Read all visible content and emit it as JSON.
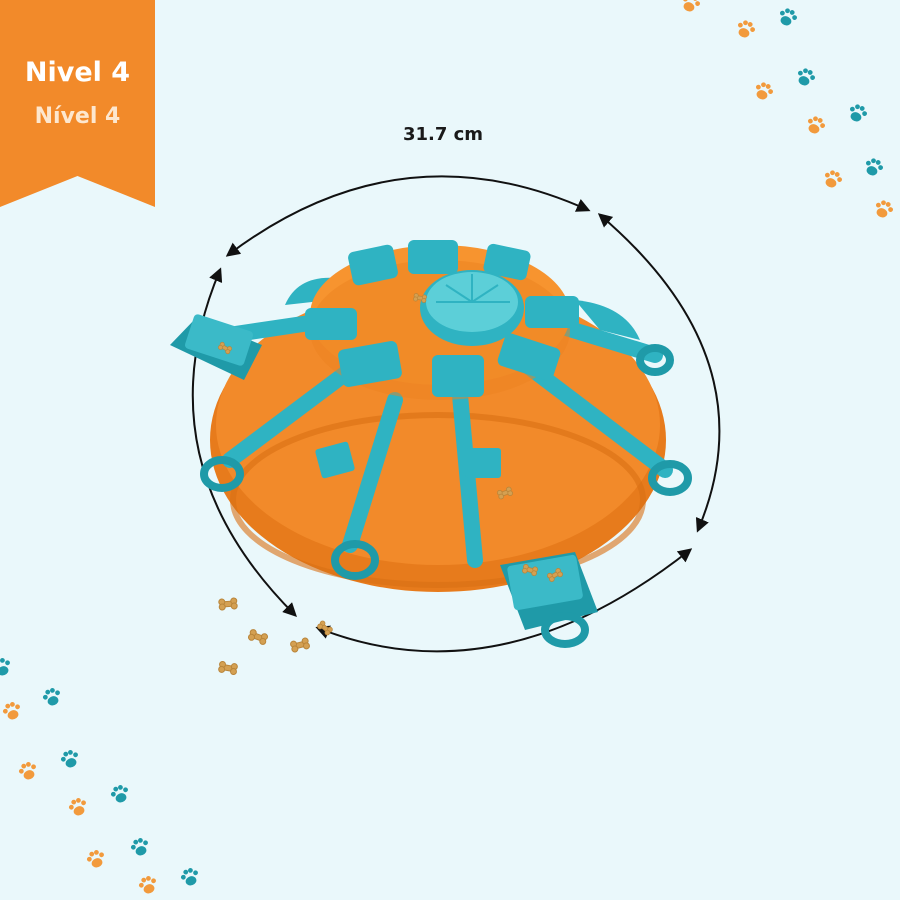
{
  "badge": {
    "line1": "Nivel 4",
    "line2": "Nível 4",
    "color": "#f28a2a"
  },
  "dimension": {
    "label": "31.7 cm"
  },
  "colors": {
    "background": "#eaf8fb",
    "product_orange": "#f28a2a",
    "product_teal": "#2fb3c2",
    "paw_orange": "#f29a3c",
    "paw_teal": "#1f9aa8",
    "treat": "#d4a052"
  },
  "icons": [
    "paw-print-icon",
    "dog-treat-icon",
    "double-arrow-icon"
  ]
}
